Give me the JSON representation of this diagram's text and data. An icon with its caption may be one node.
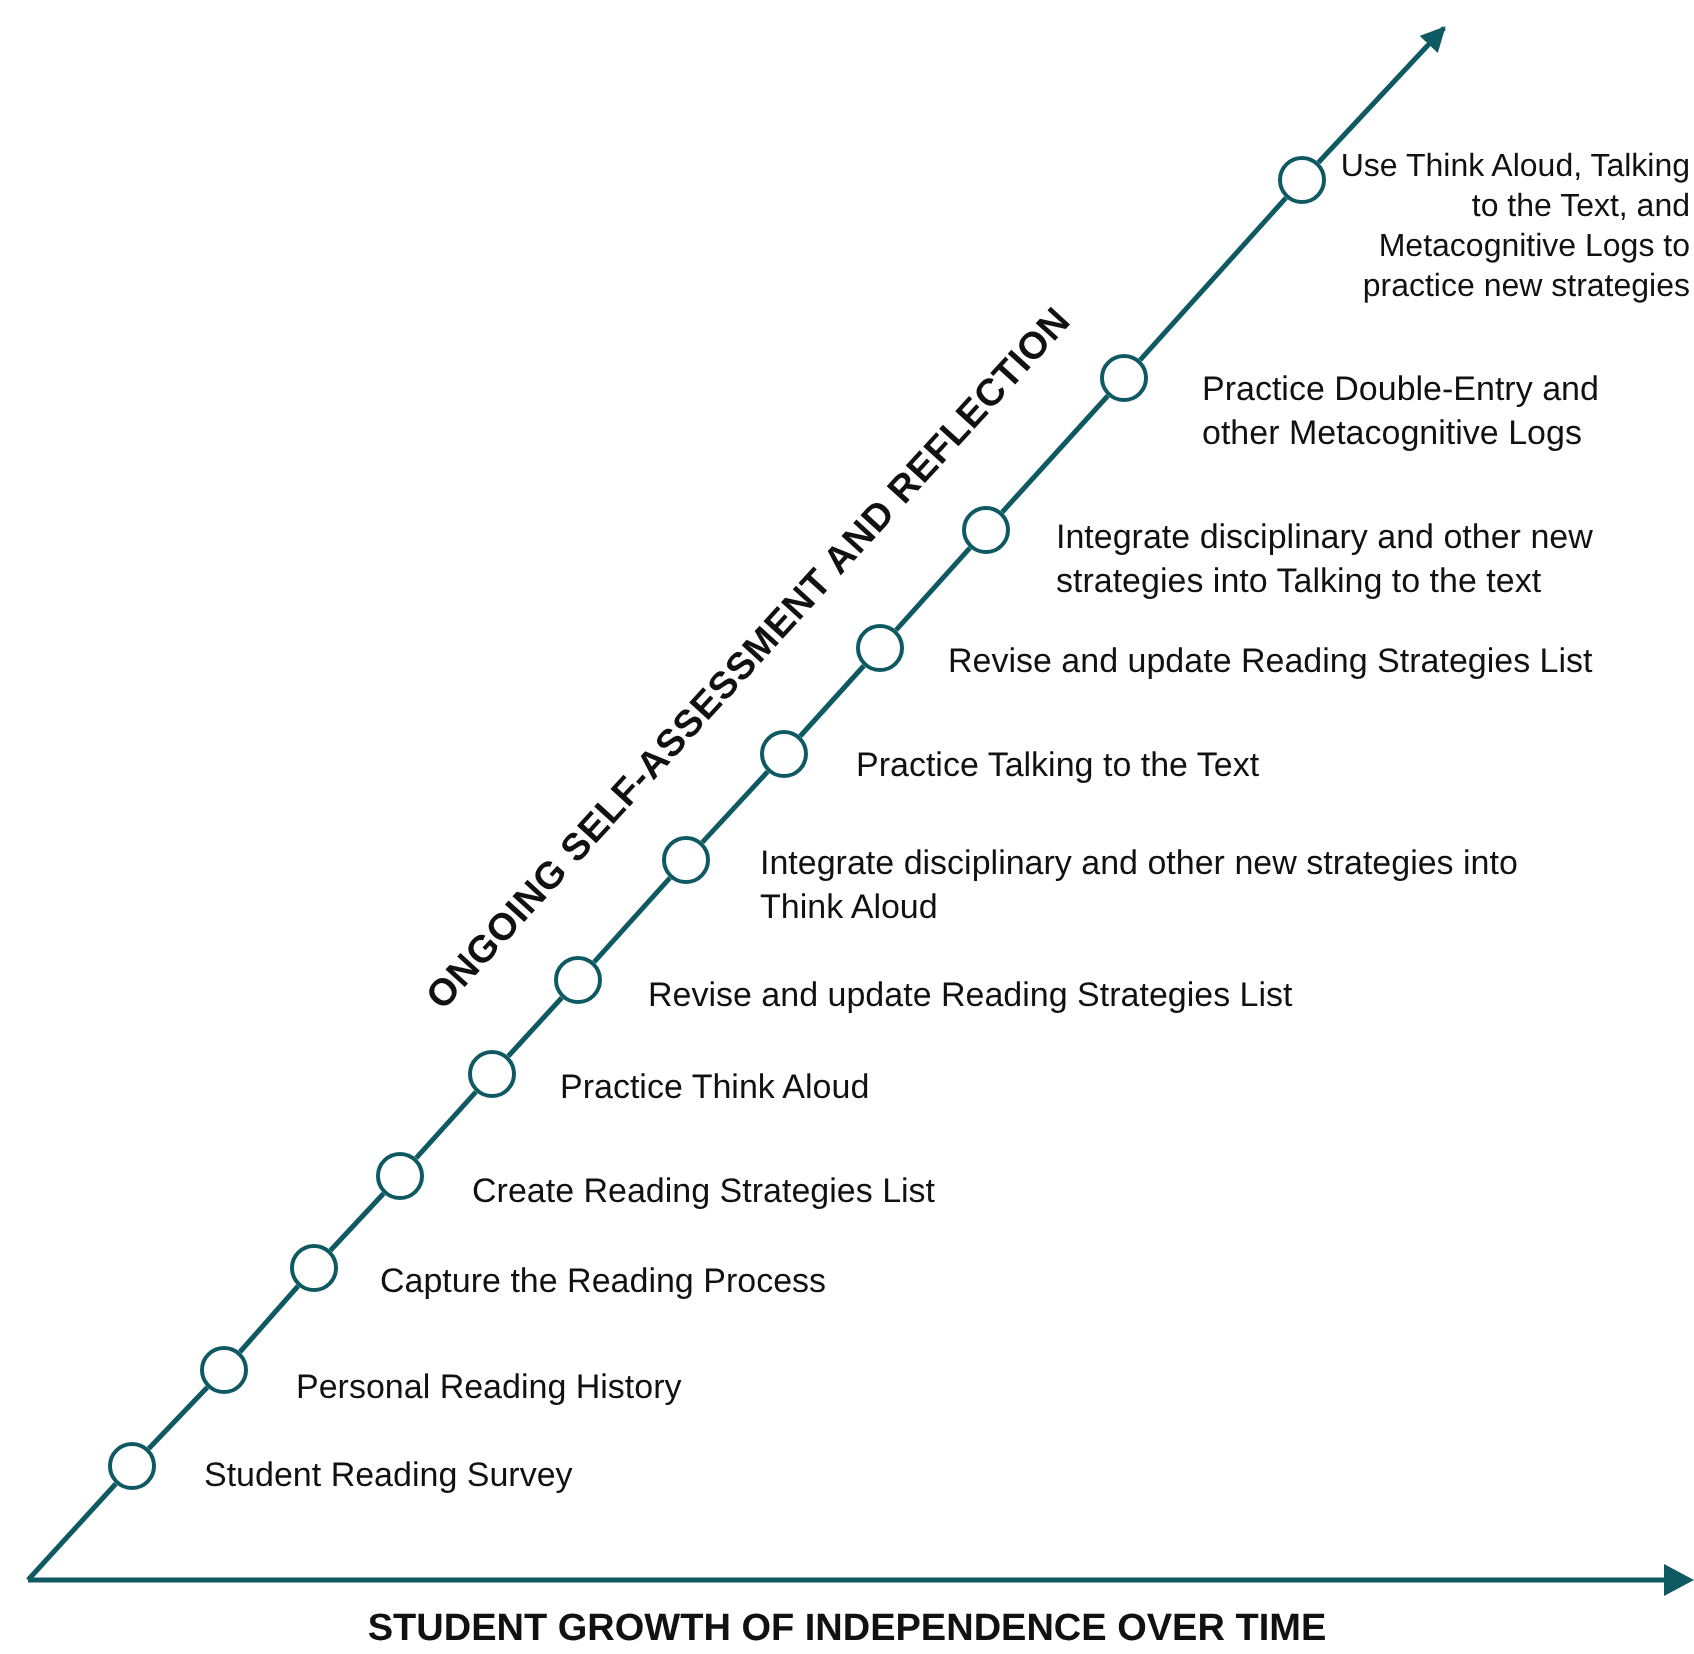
{
  "diagram": {
    "caption": "STUDENT GROWTH OF INDEPENDENCE OVER TIME",
    "nodes": [
      {
        "text": [],
        "shape": "circle",
        "beside": [
          "Student Reading Survey"
        ]
      },
      {
        "text": [],
        "shape": "circle",
        "beside": [
          "Personal Reading History"
        ]
      },
      {
        "text": [],
        "shape": "circle",
        "beside": [
          "Capture the Reading Process"
        ]
      },
      {
        "text": [],
        "shape": "circle",
        "beside": [
          "Create Reading Strategies List"
        ]
      },
      {
        "text": [],
        "shape": "circle",
        "beside": [
          "Practice Think Aloud"
        ]
      },
      {
        "text": [],
        "shape": "circle",
        "beside": [
          "Revise and update Reading Strategies List"
        ]
      },
      {
        "text": [],
        "shape": "circle",
        "beside": [
          "Integrate disciplinary and other new strategies into Think Aloud"
        ]
      },
      {
        "text": [],
        "shape": "circle",
        "beside": [
          "Practice Talking to the Text"
        ]
      },
      {
        "text": [],
        "shape": "circle",
        "beside": [
          "Revise and update Reading Strategies List"
        ]
      },
      {
        "text": [],
        "shape": "circle",
        "beside": [
          "Integrate disciplinary and other new strategies into Talking to the text"
        ]
      },
      {
        "text": [],
        "shape": "circle",
        "beside": [
          "Practice Double-Entry and other Metacognitive Logs"
        ]
      },
      {
        "text": [],
        "shape": "circle",
        "beside": [
          "Use Think Aloud, Talking to the Text, and Metacognitive Logs to practice new strategies"
        ]
      }
    ],
    "edges": [
      {
        "from": null,
        "to": 0,
        "arrow": "none"
      },
      {
        "from": 0,
        "to": 1,
        "arrow": "none"
      },
      {
        "from": 1,
        "to": 2,
        "arrow": "none"
      },
      {
        "from": 2,
        "to": 3,
        "arrow": "none"
      },
      {
        "from": 3,
        "to": 4,
        "arrow": "none"
      },
      {
        "from": 4,
        "to": 5,
        "arrow": "none"
      },
      {
        "from": 5,
        "to": 6,
        "arrow": "none"
      },
      {
        "from": 6,
        "to": 7,
        "arrow": "none"
      },
      {
        "from": 7,
        "to": 8,
        "arrow": "none"
      },
      {
        "from": 8,
        "to": 9,
        "arrow": "none"
      },
      {
        "from": 9,
        "to": 10,
        "arrow": "none"
      },
      {
        "from": 10,
        "to": 11,
        "arrow": "none"
      },
      {
        "from": 11,
        "to": null,
        "arrow": "to"
      }
    ],
    "labels": [
      "ONGOING SELF-ASSESSMENT AND REFLECTION"
    ]
  }
}
